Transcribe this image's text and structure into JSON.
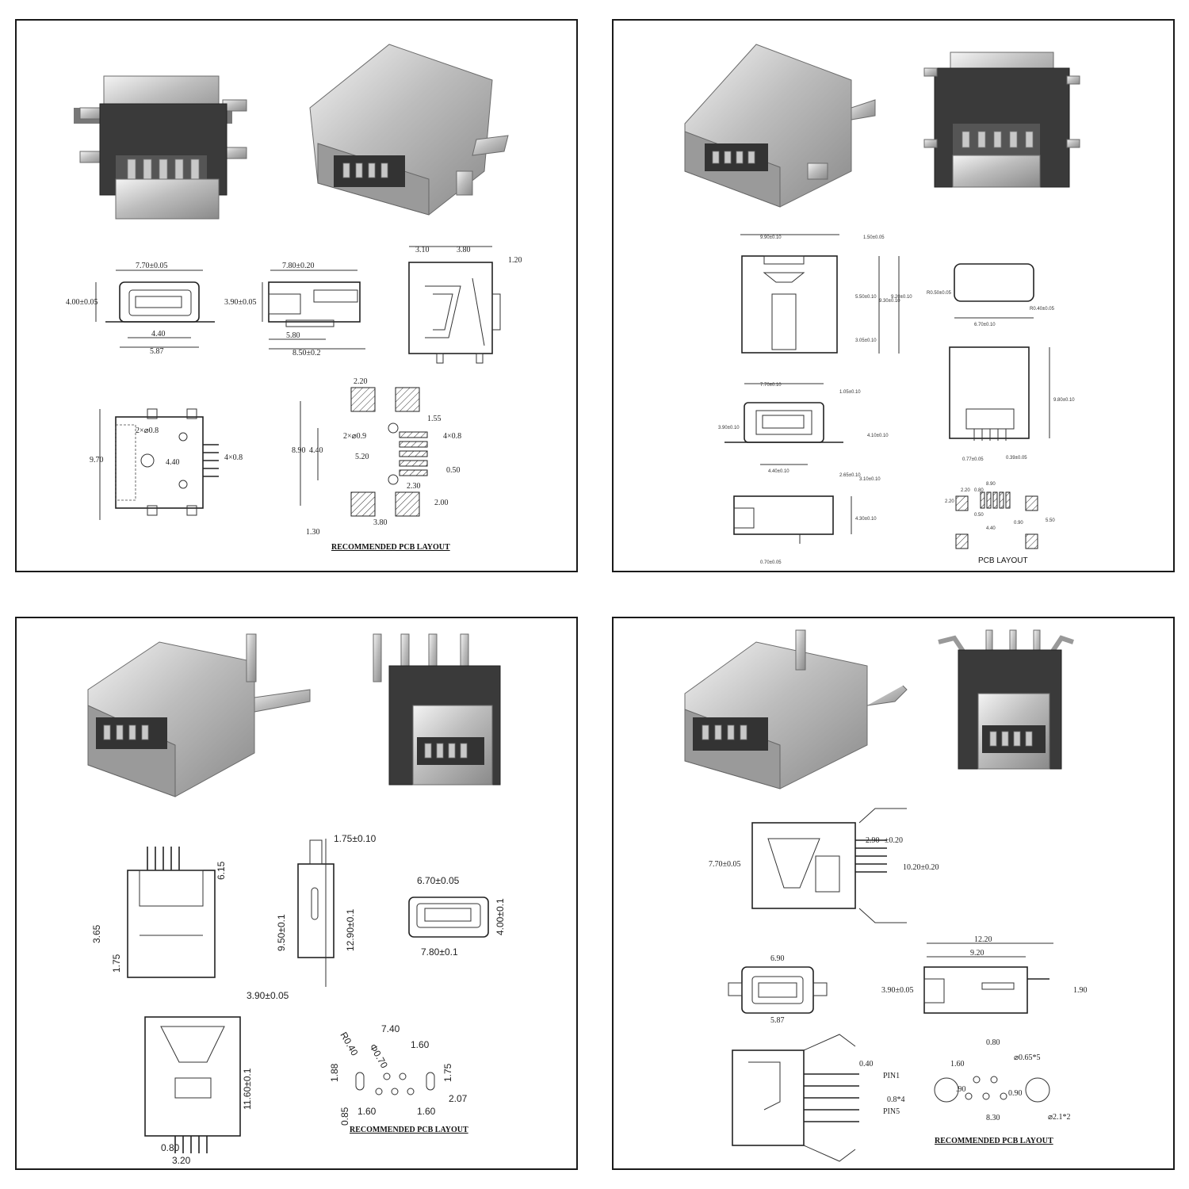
{
  "panel1": {
    "front": {
      "width": "7.70±0.05",
      "height": "4.00±0.05",
      "pitch": "4.40",
      "base": "5.87"
    },
    "side": {
      "length": "7.80±0.20",
      "height": "3.90±0.05",
      "inner": "5.80",
      "total": "8.50±0.2"
    },
    "top": {
      "a": "3.10",
      "b": "3.80",
      "c": "1.20"
    },
    "pins": {
      "holes": "2×⌀0.8",
      "height": "9.70",
      "pitch": "4.40",
      "pad": "4×0.8"
    },
    "pcb": {
      "w1": "2.20",
      "d1": "1.55",
      "holes": "2×⌀0.9",
      "pad": "4×0.8",
      "h": "8.90",
      "span": "4.40",
      "gap": "5.20",
      "pitch": "0.50",
      "d2": "2.30",
      "d3": "2.00",
      "edge": "1.30",
      "w2": "3.80",
      "caption": "RECOMMENDED PCB LAYOUT"
    }
  },
  "panel2": {
    "top": {
      "w": "9.90±0.10",
      "a": "1.50±0.05",
      "b": "5.50±0.10",
      "c": "9.30±0.10",
      "d": "9.20±0.10",
      "e": "3.05±0.10"
    },
    "profile": {
      "r1": "R0.50±0.05",
      "r2": "R0.40±0.05",
      "w": "6.70±0.10"
    },
    "front": {
      "w": "7.70±0.10",
      "h1": "1.05±0.10",
      "h2": "3.90±0.10",
      "h3": "4.10±0.10",
      "pitch": "4.40±0.10",
      "d1": "2.65±0.10",
      "d2": "3.10±0.10"
    },
    "rear": {
      "h": "9.80±0.10",
      "a": "0.77±0.05",
      "b": "0.39±0.05"
    },
    "side": {
      "h": "4.30±0.10",
      "t": "0.70±0.05"
    },
    "pcb": {
      "a": "8.90",
      "b": "2.20",
      "c": "0.80",
      "d": "2.20",
      "e": "0.50",
      "f": "4.40",
      "g": "0.90",
      "h": "5.50",
      "caption": "PCB LAYOUT"
    }
  },
  "panel3": {
    "side": {
      "a": "6.15",
      "b": "3.65",
      "c": "1.75"
    },
    "profile": {
      "a": "1.75±0.10",
      "b": "9.50±0.1",
      "c": "12.90±0.1",
      "d": "3.90±0.05"
    },
    "front": {
      "w": "6.70±0.05",
      "h": "4.00±0.1",
      "base": "7.80±0.1"
    },
    "rear": {
      "h": "11.60±0.1",
      "a": "0.80",
      "b": "3.20"
    },
    "pcb": {
      "a": "7.40",
      "b": "1.60",
      "r": "R0.40",
      "d": "Φ0.70",
      "e": "1.88",
      "f": "1.75",
      "g": "0.85",
      "h": "1.60",
      "i": "1.60",
      "j": "2.07",
      "caption": "RECOMMENDED PCB LAYOUT"
    }
  },
  "panel4": {
    "top": {
      "w": "7.70±0.05",
      "a": "2.90",
      "tol": "±0.20",
      "h": "10.20±0.20"
    },
    "front": {
      "w": "6.90",
      "base": "5.87"
    },
    "side": {
      "a": "12.20",
      "b": "9.20",
      "h": "3.90±0.05",
      "c": "1.90"
    },
    "pins": {
      "a": "0.40",
      "pin1": "PIN1",
      "pitch": "0.8*4",
      "pin5": "PIN5"
    },
    "pcb": {
      "a": "0.80",
      "b": "1.60",
      "c": "⌀0.65*5",
      "d": ".90",
      "e": "0.90",
      "f": "⌀2.1*2",
      "g": "8.30",
      "caption": "RECOMMENDED PCB LAYOUT"
    }
  }
}
